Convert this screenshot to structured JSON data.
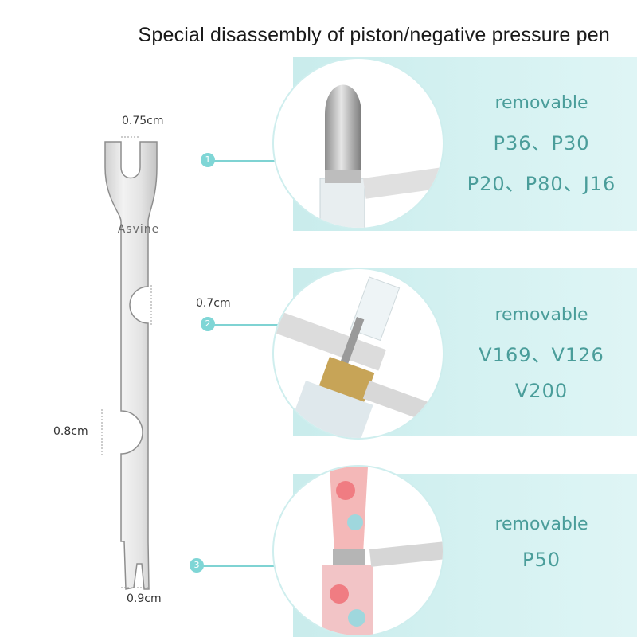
{
  "header": {
    "title": "Special disassembly of piston/negative pressure pen"
  },
  "wrench": {
    "brand": "Asvine",
    "dims": {
      "top": "0.75cm",
      "middle": "0.7cm",
      "left": "0.8cm",
      "bottom": "0.9cm"
    }
  },
  "items": [
    {
      "num": "1",
      "label": "removable",
      "models": [
        "P36、P30",
        "P20、P80、J16"
      ]
    },
    {
      "num": "2",
      "label": "removable",
      "models": [
        "V169、V126",
        "V200"
      ]
    },
    {
      "num": "3",
      "label": "removable",
      "models": [
        "P50"
      ]
    }
  ],
  "colors": {
    "accent": "#4a9d9a",
    "panel": "#d2f0f0",
    "badge": "#7fd6d6",
    "metal": "#d8d8d8"
  }
}
